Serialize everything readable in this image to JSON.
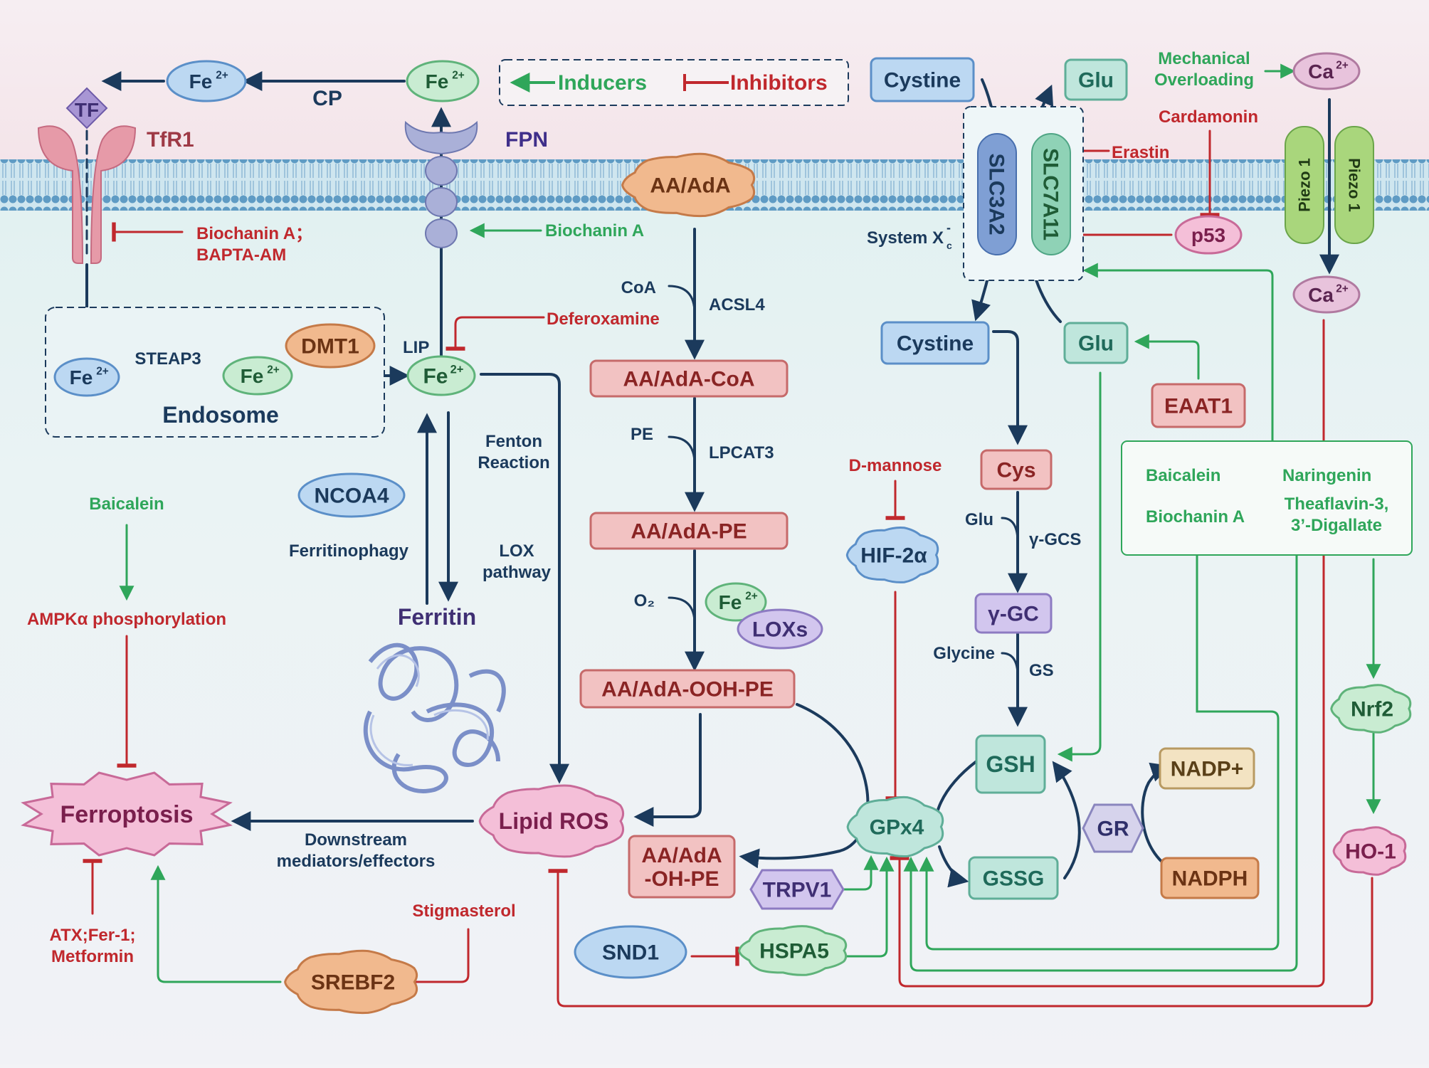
{
  "legend": {
    "inducers": "Inducers",
    "inhibitors": "Inhibitors"
  },
  "membrane": {
    "tf": "TF",
    "tfr1": "TfR1",
    "fpn": "FPN",
    "cp": "CP",
    "fe_top_left": "Fe",
    "fe_top_mid": "Fe",
    "fe_charge": "2+",
    "aa_ada": "AA/AdA",
    "cystine_out": "Cystine",
    "glu_out": "Glu",
    "slc3a2": "SLC3A2",
    "slc7a11": "SLC7A11",
    "system_xc": "System X",
    "system_xc_sub": "c",
    "system_xc_sup": "-",
    "ca_out": "Ca",
    "ca_in": "Ca",
    "piezo_left": "Piezo 1",
    "piezo_right": "Piezo 1",
    "mech1": "Mechanical",
    "mech2": "Overloading"
  },
  "regulators": {
    "biochanin_a_bapta1": "Biochanin A；",
    "biochanin_a_bapta2": "BAPTA-AM",
    "biochanin_a_fpn": "Biochanin A",
    "deferoxamine": "Deferoxamine",
    "erastin": "Erastin",
    "cardamonin": "Cardamonin",
    "p53": "p53",
    "baicalein_left": "Baicalein",
    "ampk": "AMPKα phosphorylation",
    "atx1": "ATX;Fer-1;",
    "atx2": "Metformin",
    "stigmasterol": "Stigmasterol",
    "srebf2": "SREBF2",
    "d_mannose": "D-mannose",
    "hif": "HIF-2α",
    "snd1": "SND1",
    "hspa5": "HSPA5",
    "trpv1": "TRPV1",
    "eaat1": "EAAT1",
    "box_baicalein": "Baicalein",
    "box_naringenin": "Naringenin",
    "box_biochanin": "Biochanin A",
    "box_thea1": "Theaflavin-3,",
    "box_thea2": "3’-Digallate",
    "nrf2": "Nrf2",
    "ho1": "HO-1"
  },
  "iron": {
    "endosome": "Endosome",
    "fe_endo1": "Fe",
    "fe_endo2": "Fe",
    "steap3": "STEAP3",
    "dmt1": "DMT1",
    "lip": "LIP",
    "fe_lip": "Fe",
    "ncoa4": "NCOA4",
    "ferritinophagy": "Ferritinophagy",
    "ferritin": "Ferritin",
    "fenton1": "Fenton",
    "fenton2": "Reaction",
    "lox1": "LOX",
    "lox2": "pathway"
  },
  "lipid": {
    "coa": "CoA",
    "acsl4": "ACSL4",
    "aa_coa": "AA/AdA-CoA",
    "pe": "PE",
    "lpcat3": "LPCAT3",
    "aa_pe": "AA/AdA-PE",
    "o2": "O₂",
    "fe_lox": "Fe",
    "loxs": "LOXs",
    "aa_oohpe": "AA/AdA-OOH-PE",
    "aa_ohpe1": "AA/AdA",
    "aa_ohpe2": "-OH-PE",
    "lipid_ros": "Lipid ROS",
    "ferroptosis": "Ferroptosis",
    "downstream1": "Downstream",
    "downstream2": "mediators/effectors"
  },
  "gsh": {
    "cystine_in": "Cystine",
    "glu_in": "Glu",
    "cys": "Cys",
    "glu_label": "Glu",
    "gamma_gcs": "γ-GCS",
    "gamma_gc": "γ-GC",
    "glycine": "Glycine",
    "gs": "GS",
    "gsh": "GSH",
    "gpx4": "GPx4",
    "gssg": "GSSG",
    "gr": "GR",
    "nadp": "NADP+",
    "nadph": "NADPH"
  }
}
